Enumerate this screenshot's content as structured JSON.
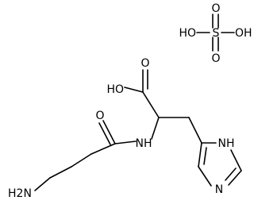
{
  "diagram": {
    "type": "chemical-structure",
    "line_color": "#000000",
    "background": "#ffffff",
    "atom_labels": {
      "sulfuric_ho_left": "HO",
      "sulfuric_oxygen_top": "O",
      "sulfuric_sulfur": "S",
      "sulfuric_oxygen_bottom": "O",
      "sulfuric_oh_right": "OH",
      "acid_oxygen": "O",
      "acid_ho": "HO",
      "amide_oxygen": "O",
      "amide_nh": "NH",
      "imidazole_nh": "NH",
      "imidazole_n": "N",
      "amine": "H2N"
    }
  }
}
